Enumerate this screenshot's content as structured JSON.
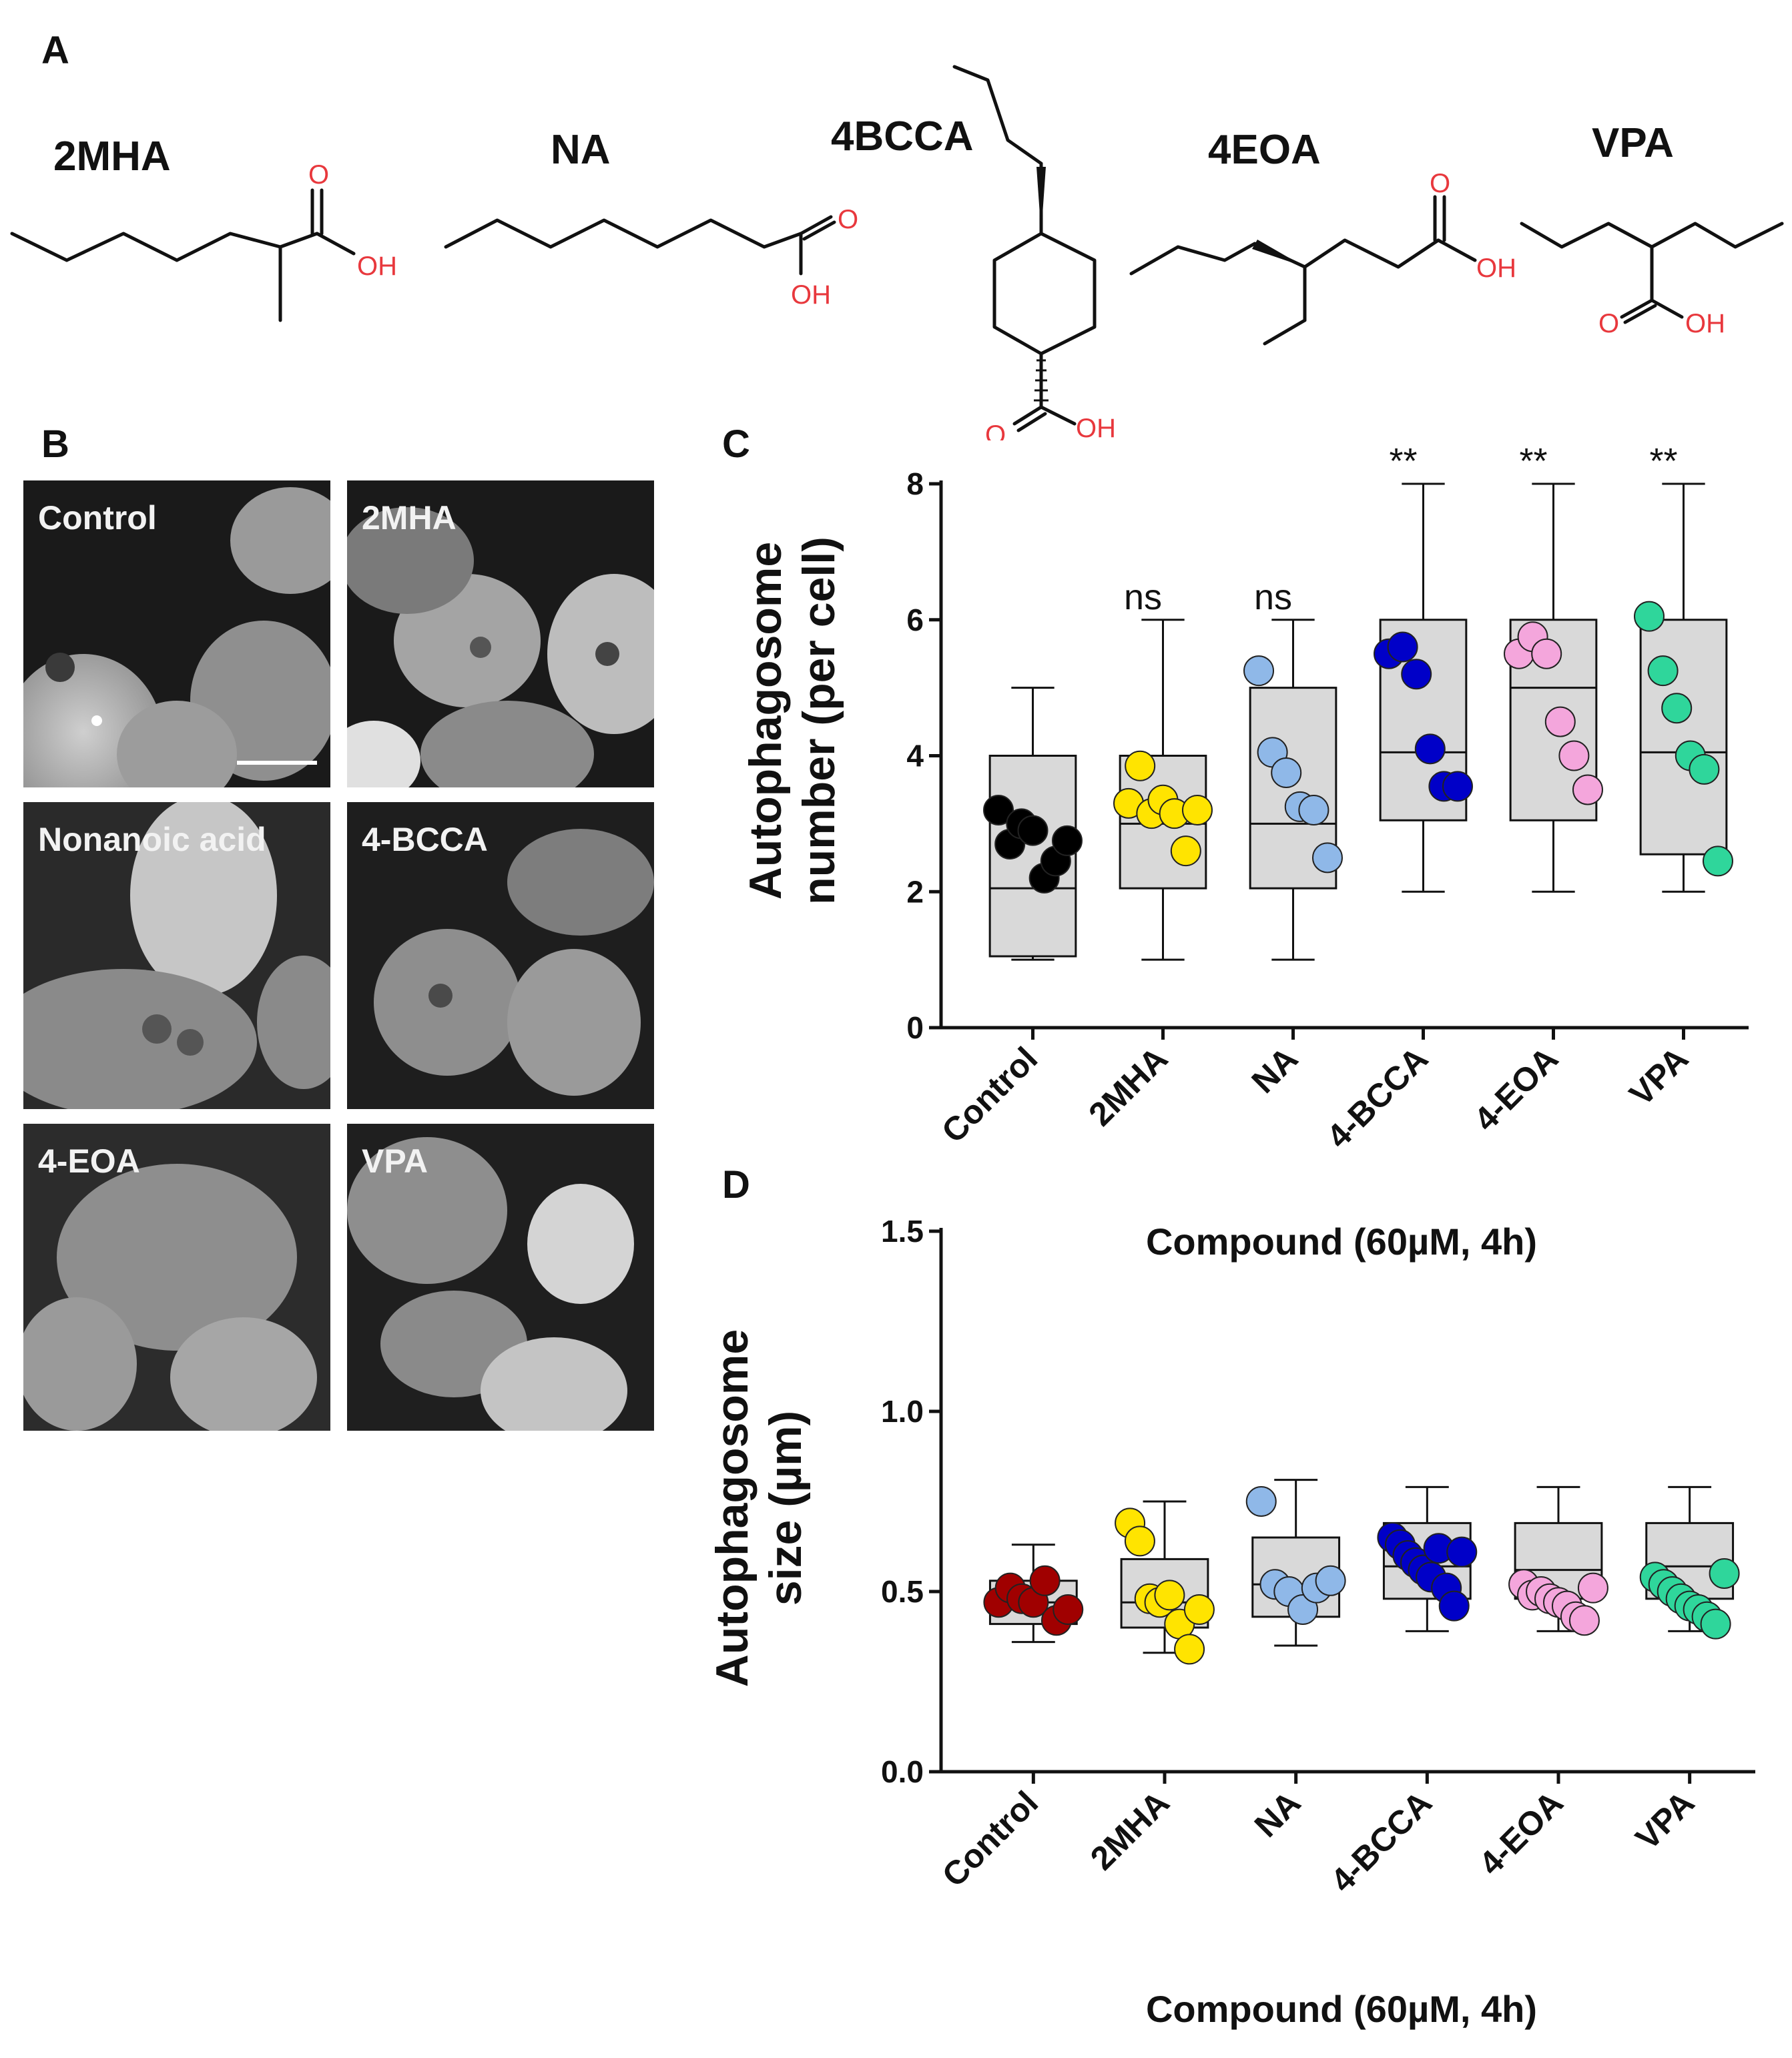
{
  "panels": {
    "a": "A",
    "b": "B",
    "c": "C",
    "d": "D"
  },
  "panel_a": {
    "compounds": [
      {
        "name": "2MHA",
        "atoms": [
          "O",
          "OH"
        ]
      },
      {
        "name": "NA",
        "atoms": [
          "O",
          "OH"
        ]
      },
      {
        "name": "4BCCA",
        "atoms": [
          "O",
          "OH"
        ]
      },
      {
        "name": "4EOA",
        "atoms": [
          "O",
          "OH"
        ]
      },
      {
        "name": "VPA",
        "atoms": [
          "O",
          "OH"
        ]
      }
    ],
    "atom_color": "#e8383d"
  },
  "panel_b": {
    "images": [
      {
        "label": "Control"
      },
      {
        "label": "2MHA"
      },
      {
        "label": "Nonanoic acid"
      },
      {
        "label": "4-BCCA"
      },
      {
        "label": "4-EOA"
      },
      {
        "label": "VPA"
      }
    ]
  },
  "chart_data": [
    {
      "type": "box",
      "panel": "C",
      "ylabel_line1": "Autophagosome",
      "ylabel_line2": "number (per cell)",
      "xlabel": "Compound (60µM, 4h)",
      "categories": [
        "Control",
        "2MHA",
        "NA",
        "4-BCCA",
        "4-EOA",
        "VPA"
      ],
      "ylim": [
        0,
        8
      ],
      "yticks": [
        "0",
        "2",
        "4",
        "6",
        "8"
      ],
      "ytick_values": [
        0,
        2,
        4,
        6,
        8
      ],
      "significance": [
        "",
        "ns",
        "ns",
        "**",
        "**",
        "**"
      ],
      "colors": [
        "#000000",
        "#ffe400",
        "#8fb8e8",
        "#0000c8",
        "#f4a6dc",
        "#2fd69b"
      ],
      "series": [
        {
          "name": "Control",
          "min": 1,
          "q1": 1.05,
          "median": 2.05,
          "q3": 4.0,
          "max": 5.0,
          "points": [
            3.2,
            2.7,
            3.0,
            2.9,
            2.2,
            2.45,
            2.75
          ]
        },
        {
          "name": "2MHA",
          "min": 1,
          "q1": 2.05,
          "median": 3.0,
          "q3": 4.0,
          "max": 6.0,
          "points": [
            3.3,
            3.85,
            3.15,
            3.35,
            3.15,
            2.6,
            3.2
          ]
        },
        {
          "name": "NA",
          "min": 1,
          "q1": 2.05,
          "median": 3.0,
          "q3": 5.0,
          "max": 6.0,
          "points": [
            5.25,
            4.05,
            3.75,
            3.25,
            3.2,
            2.5
          ]
        },
        {
          "name": "4-BCCA",
          "min": 2,
          "q1": 3.05,
          "median": 4.05,
          "q3": 6.0,
          "max": 8.0,
          "points": [
            5.5,
            5.6,
            5.2,
            4.1,
            3.55,
            3.55
          ]
        },
        {
          "name": "4-EOA",
          "min": 2,
          "q1": 3.05,
          "median": 5.0,
          "q3": 6.0,
          "max": 8.0,
          "points": [
            5.5,
            5.75,
            5.5,
            4.5,
            4.0,
            3.5
          ]
        },
        {
          "name": "VPA",
          "min": 2,
          "q1": 2.55,
          "median": 4.05,
          "q3": 6.0,
          "max": 8.0,
          "points": [
            6.05,
            5.25,
            4.7,
            4.0,
            3.8,
            2.45
          ]
        }
      ]
    },
    {
      "type": "box",
      "panel": "D",
      "ylabel_line1": "Autophagosome",
      "ylabel_line2": "size (µm)",
      "xlabel": "Compound (60µM, 4h)",
      "categories": [
        "Control",
        "2MHA",
        "NA",
        "4-BCCA",
        "4-EOA",
        "VPA"
      ],
      "ylim": [
        0,
        1.5
      ],
      "yticks": [
        "0.0",
        "0.5",
        "1.0",
        "1.5"
      ],
      "ytick_values": [
        0,
        0.5,
        1.0,
        1.5
      ],
      "colors": [
        "#a00000",
        "#ffe400",
        "#8fb8e8",
        "#0000c8",
        "#f4a6dc",
        "#2fd69b"
      ],
      "series": [
        {
          "name": "Control",
          "min": 0.36,
          "q1": 0.41,
          "median": 0.47,
          "q3": 0.53,
          "max": 0.63,
          "points": [
            0.47,
            0.51,
            0.48,
            0.47,
            0.53,
            0.42,
            0.45
          ]
        },
        {
          "name": "2MHA",
          "min": 0.33,
          "q1": 0.4,
          "median": 0.47,
          "q3": 0.59,
          "max": 0.75,
          "points": [
            0.69,
            0.64,
            0.48,
            0.47,
            0.49,
            0.41,
            0.34,
            0.45
          ]
        },
        {
          "name": "NA",
          "min": 0.35,
          "q1": 0.43,
          "median": 0.52,
          "q3": 0.65,
          "max": 0.81,
          "points": [
            0.75,
            0.52,
            0.5,
            0.45,
            0.51,
            0.53
          ]
        },
        {
          "name": "4-BCCA",
          "min": 0.39,
          "q1": 0.48,
          "median": 0.57,
          "q3": 0.69,
          "max": 0.79,
          "points": [
            0.65,
            0.63,
            0.6,
            0.58,
            0.56,
            0.54,
            0.62,
            0.51,
            0.46,
            0.61
          ]
        },
        {
          "name": "4-EOA",
          "min": 0.39,
          "q1": 0.48,
          "median": 0.56,
          "q3": 0.69,
          "max": 0.79,
          "points": [
            0.52,
            0.49,
            0.5,
            0.48,
            0.47,
            0.46,
            0.43,
            0.42,
            0.51
          ]
        },
        {
          "name": "VPA",
          "min": 0.39,
          "q1": 0.48,
          "median": 0.57,
          "q3": 0.69,
          "max": 0.79,
          "points": [
            0.54,
            0.52,
            0.5,
            0.48,
            0.46,
            0.45,
            0.43,
            0.41,
            0.55
          ]
        }
      ]
    }
  ]
}
